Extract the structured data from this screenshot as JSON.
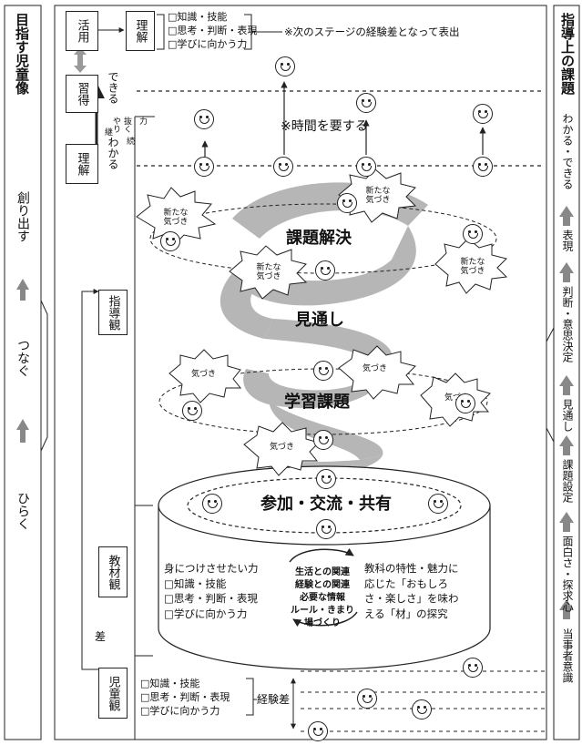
{
  "left_column": {
    "title": "目指す児童像",
    "create": "創り出す",
    "connect": "つなぐ",
    "open": "ひらく"
  },
  "right_column": {
    "title": "指導上の課題",
    "items": [
      "わかる・できる",
      "表現",
      "判断・意思決定",
      "見通し",
      "課題設定",
      "面白さ・探求心",
      "当事者意識"
    ]
  },
  "top": {
    "katsuyo": "活用",
    "rikai_box": "理解",
    "bullets": [
      "□知識・技能",
      "□思考・判断・表現",
      "□学びに向かう力"
    ],
    "note": "※次のステージの経験差となって表出",
    "shutoku": "習得",
    "dekiru": "できる",
    "skills": [
      "やり",
      "抜く",
      "力",
      "継",
      "続"
    ],
    "wakaru": "わかる",
    "rikai_low": "理解",
    "time_note": "※時間を要する"
  },
  "spiral": {
    "kadai_kaiketsu": "課題解決",
    "mitooshi": "見通し",
    "gakushu_kadai": "学習課題",
    "sanka": "参加・交流・共有",
    "new_awareness": "新たな気づき",
    "awareness": "気づき"
  },
  "side_labels": {
    "shidokan": "指導観",
    "kyozaikan": "教材観",
    "sa": "差",
    "jidokan": "児童観"
  },
  "cylinder": {
    "left_title": "身につけさせたい力",
    "left_items": [
      "□知識・技能",
      "□思考・判断・表現",
      "□学びに向かう力"
    ],
    "center_lines": [
      "生活との関連",
      "経験との関連",
      "必要な情報",
      "ルール・きまり",
      "場づくり"
    ],
    "right_lines": [
      "教科の特性・魅力に",
      "応じた「おもしろ",
      "さ・楽しさ」を味わ",
      "える「材」の探究"
    ]
  },
  "bottom": {
    "items": [
      "□知識・技能",
      "□思考・判断・表現",
      "□学びに向かう力"
    ],
    "keikensa": "経験差"
  }
}
